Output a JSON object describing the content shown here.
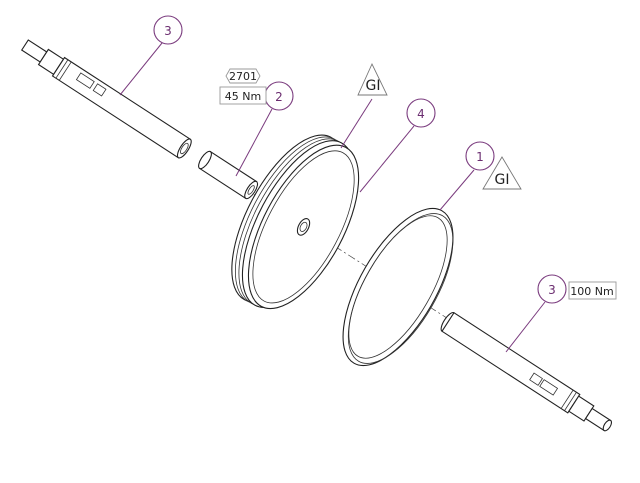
{
  "balloons": {
    "shaft_top": "3",
    "sleeve": "2",
    "pulley": "4",
    "ring": "1",
    "shaft_bottom": "3"
  },
  "annotations": {
    "adhesive_code": "2701",
    "torque_sleeve": "45 Nm",
    "torque_shaft": "100 Nm",
    "grease_symbol_pulley": "GI",
    "grease_symbol_ring": "GI"
  },
  "colors": {
    "balloon": "#7a3b7e",
    "lines": "#222222"
  }
}
